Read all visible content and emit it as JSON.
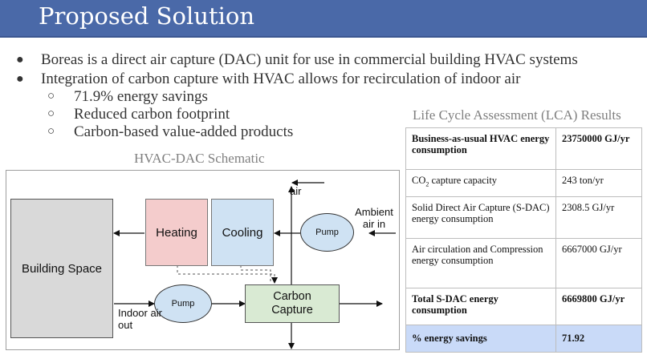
{
  "header": {
    "title": "Proposed Solution"
  },
  "bullets": {
    "main": [
      "Boreas is a direct air capture (DAC) unit for use in commercial building HVAC systems",
      "Integration of carbon capture with HVAC allows for recirculation of indoor air"
    ],
    "sub": [
      "71.9% energy savings",
      "Reduced carbon footprint",
      "Carbon-based value-added products"
    ],
    "dot_glyph": "●",
    "sub_glyph": "○"
  },
  "lca": {
    "heading": "Life Cycle Assessment (LCA) Results",
    "rows": [
      {
        "label": "Business-as-usual HVAC energy consumption",
        "value": "23750000 GJ/yr"
      },
      {
        "label_main": "CO",
        "label_sub": "2",
        "label_rest": " capture capacity",
        "value": "243 ton/yr"
      },
      {
        "label": "Solid Direct Air Capture (S-DAC) energy consumption",
        "value": "2308.5 GJ/yr"
      },
      {
        "label": "Air circulation and Compression energy consumption",
        "value": "6667000 GJ/yr"
      },
      {
        "label": "Total S-DAC energy consumption",
        "value": "6669800 GJ/yr"
      },
      {
        "label": "% energy savings",
        "value": "71.92"
      }
    ]
  },
  "schematic": {
    "heading": "HVAC-DAC Schematic",
    "building": "Building Space",
    "heating": "Heating",
    "cooling": "Cooling",
    "pump_top": "Pump",
    "pump_bottom": "Pump",
    "capture_line1": "Carbon",
    "capture_line2": "Capture",
    "air": "air",
    "ambient_line1": "Ambient",
    "ambient_line2": "air in",
    "indoor_line1": "Indoor air",
    "indoor_line2": "out"
  },
  "colors": {
    "header": "#4a69a8",
    "heating": "#f4cccc",
    "cooling": "#cfe2f3",
    "pump": "#cfe2f3",
    "capture": "#d9ead3",
    "building": "#d9d9d9",
    "highlight_row": "#c9daf8"
  }
}
